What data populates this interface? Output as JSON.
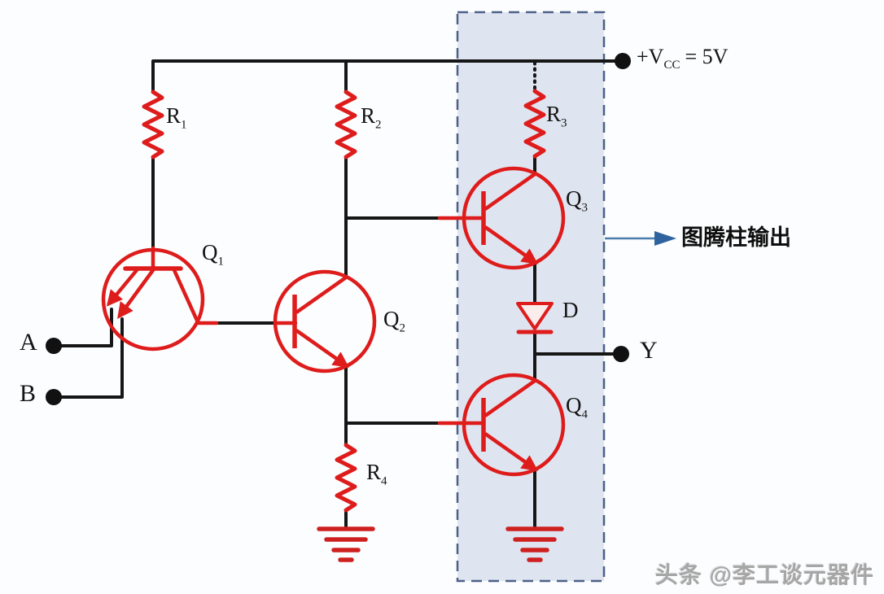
{
  "figure": {
    "type": "circuit-diagram",
    "subject": "TTL NAND gate with totem-pole output stage"
  },
  "power_rail": {
    "prefix": "+V",
    "sub": "CC",
    "suffix": "= 5V"
  },
  "inputs": {
    "a": {
      "label": "A"
    },
    "b": {
      "label": "B"
    }
  },
  "output": {
    "label": "Y"
  },
  "resistors": {
    "r1": {
      "name": "R",
      "sub": "1"
    },
    "r2": {
      "name": "R",
      "sub": "2"
    },
    "r3": {
      "name": "R",
      "sub": "3"
    },
    "r4": {
      "name": "R",
      "sub": "4"
    }
  },
  "transistors": {
    "q1": {
      "name": "Q",
      "sub": "1"
    },
    "q2": {
      "name": "Q",
      "sub": "2"
    },
    "q3": {
      "name": "Q",
      "sub": "3"
    },
    "q4": {
      "name": "Q",
      "sub": "4"
    }
  },
  "diode": {
    "label": "D"
  },
  "annotation": {
    "label": "图腾柱输出"
  },
  "watermark": {
    "label": "头条 @李工谈元器件"
  },
  "colors": {
    "component_red": "#de1c1c",
    "ground_red": "#cf2020",
    "wire_black": "#161616",
    "box_fill": "#dfe5f0",
    "box_border": "#4d6088",
    "arrow_blue": "#2f639f",
    "background": "#fcfdfe"
  }
}
